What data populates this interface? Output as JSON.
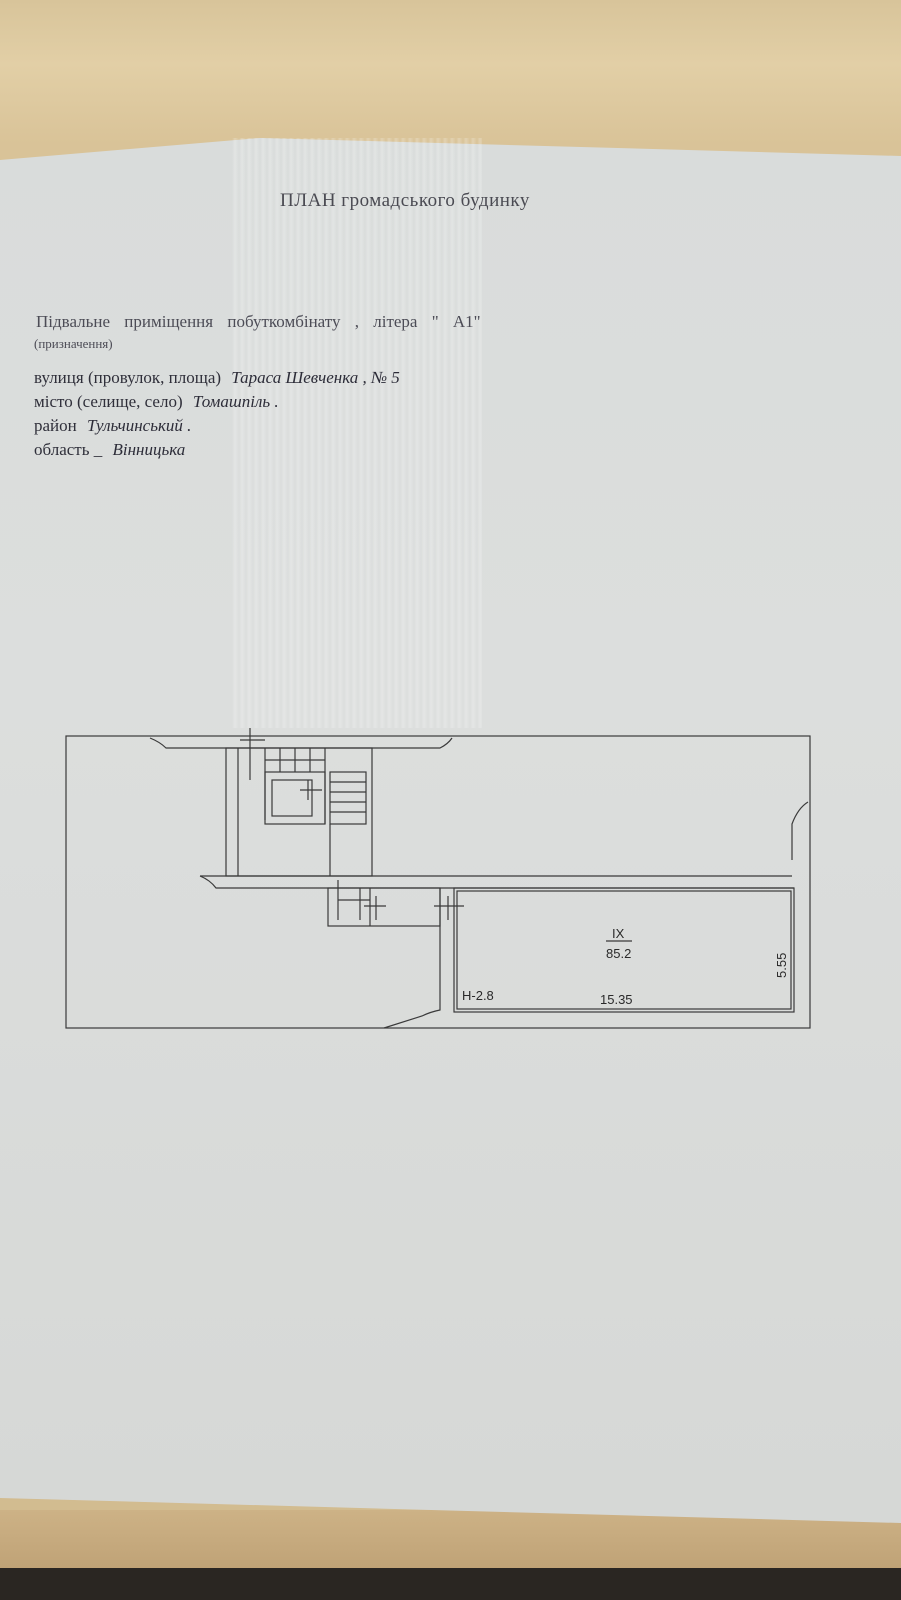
{
  "document": {
    "title": "ПЛАН громадського будинку",
    "purpose": "Підвальне приміщення побуткомбінату , літера \" А1\"",
    "purpose_caption": "(призначення)",
    "street_label": "вулиця (провулок, площа)",
    "street_value": "Тараса Шевченка , № 5",
    "city_label": "місто (селище, село)",
    "city_value": "Томашпіль .",
    "district_label": "район",
    "district_value": "Тульчинський .",
    "region_label": "область _",
    "region_value": "Вінницька"
  },
  "plan": {
    "room_number": "IX",
    "room_area": "85.2",
    "height_label": "Н-2.8",
    "length_label": "15.35",
    "width_label": "5.55"
  }
}
